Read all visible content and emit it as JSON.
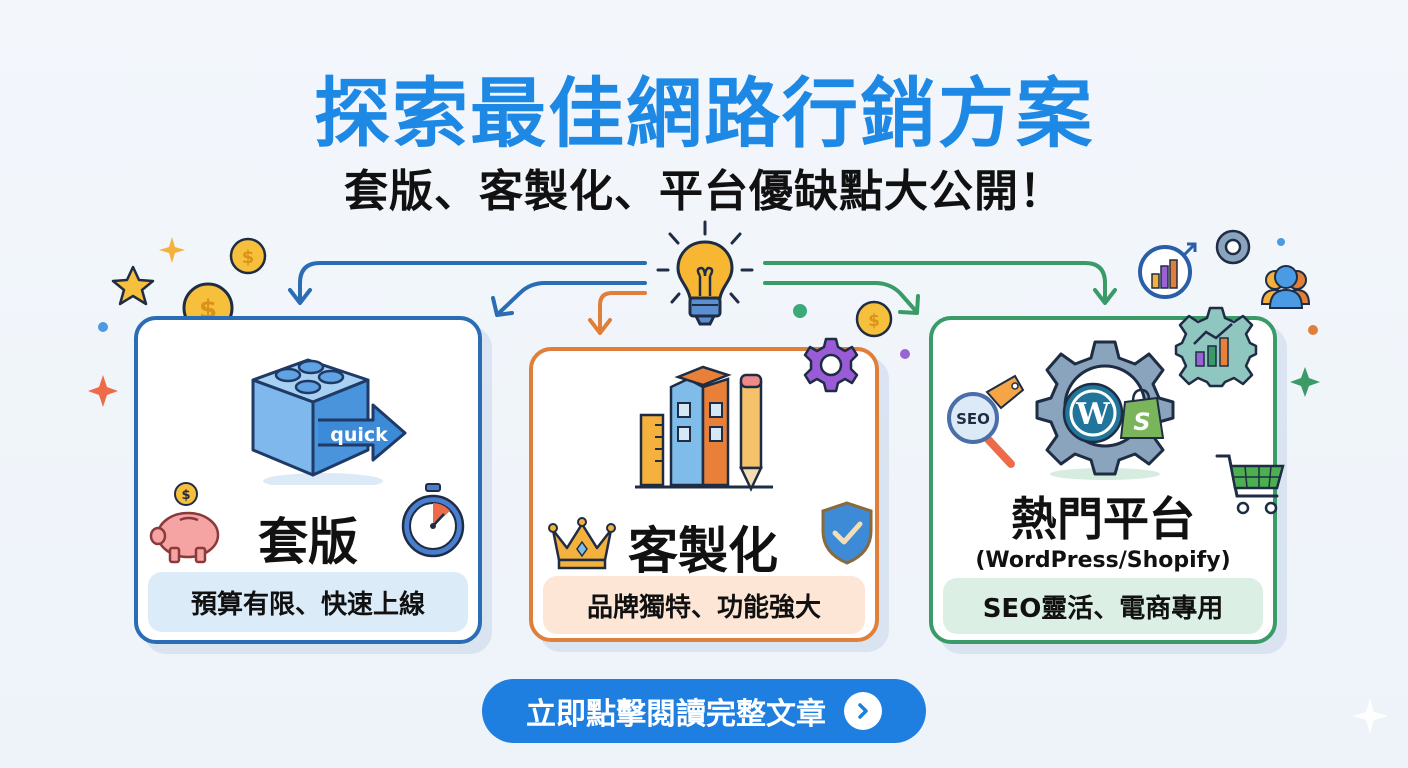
{
  "header": {
    "title": "探索最佳網路行銷方案",
    "subtitle": "套版、客製化、平台優缺點大公開！"
  },
  "cards": [
    {
      "id": "template",
      "title": "套版",
      "tagline": "預算有限、快速上線",
      "icon_label": "quick",
      "icons": [
        "lego-block-icon",
        "piggy-bank-icon",
        "stopwatch-icon",
        "coin-icon"
      ],
      "color": "#2a6db5"
    },
    {
      "id": "custom",
      "title": "客製化",
      "tagline": "品牌獨特、功能強大",
      "icons": [
        "building-icon",
        "ruler-icon",
        "pencil-icon",
        "crown-icon",
        "shield-check-icon",
        "gear-icon"
      ],
      "color": "#e07f3a"
    },
    {
      "id": "platform",
      "title": "熱門平台",
      "subtitle": "(WordPress/Shopify)",
      "tagline": "SEO靈活、電商專用",
      "seo_label": "SEO",
      "icons": [
        "gear-icon",
        "wordpress-icon",
        "shopify-icon",
        "seo-magnifier-icon",
        "cart-icon",
        "chart-gear-icon"
      ],
      "color": "#3a9a68"
    }
  ],
  "cta": {
    "label": "立即點擊閱讀完整文章",
    "icon": "chevron-right-icon",
    "color": "#1e7fe0"
  },
  "colors": {
    "title_blue": "#1e88e5",
    "blue": "#2a6db5",
    "orange": "#e07f3a",
    "green": "#3a9a68",
    "background": "#f1f5fa"
  }
}
